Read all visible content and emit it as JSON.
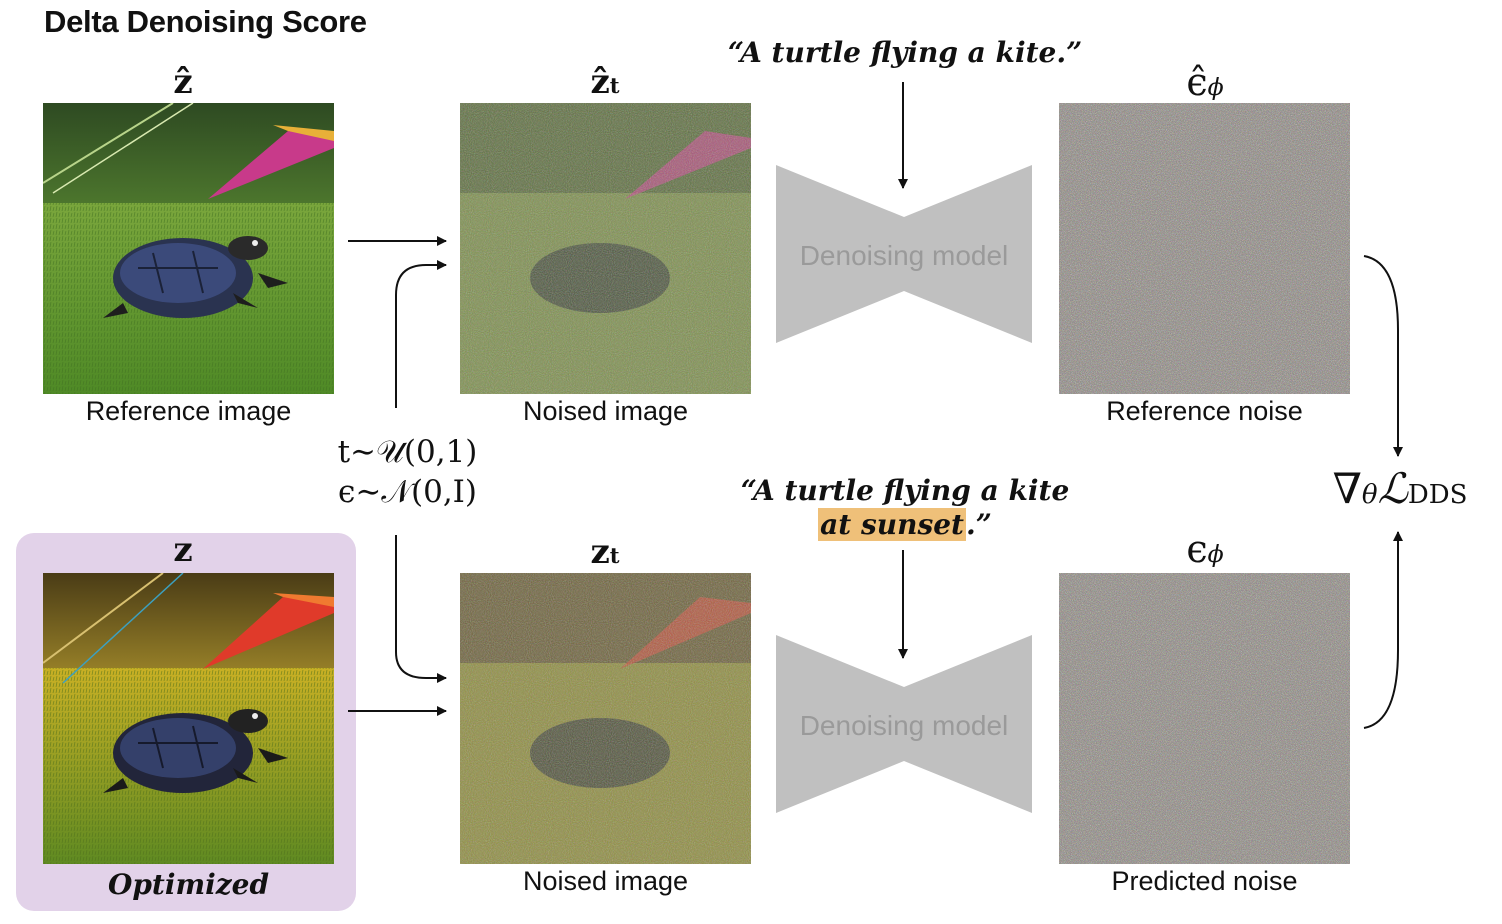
{
  "title": "Delta Denoising Score",
  "reference": {
    "symbol": "ẑ",
    "caption": "Reference image"
  },
  "optimized": {
    "symbol": "z",
    "caption": "Optimized"
  },
  "noised_top": {
    "symbol": "ẑ",
    "subscript": "t",
    "caption": "Noised image"
  },
  "noised_bottom": {
    "symbol": "z",
    "subscript": "t",
    "caption": "Noised image"
  },
  "sampling": {
    "line1": "t∼𝒰(0,1)",
    "line2": "ϵ∼𝒩(0,I)"
  },
  "prompt_top": "“A turtle flying a kite.”",
  "prompt_bottom": {
    "line1": "“A turtle flying a kite",
    "highlight": "at sunset",
    "end": ".”"
  },
  "model": {
    "top_label": "Denoising model",
    "bottom_label": "Denoising model"
  },
  "noise_top": {
    "symbol": "ϵ̂",
    "subscript": "ϕ",
    "caption": "Reference noise"
  },
  "noise_bottom": {
    "symbol": "ϵ",
    "subscript": "ϕ",
    "caption": "Predicted noise"
  },
  "loss": {
    "nabla": "∇",
    "theta": "θ",
    "L": "ℒ",
    "sub": "DDS"
  },
  "colors": {
    "optimized_bg": "#e2d2e9",
    "highlight": "#efc079",
    "model_fill": "#c0c0c0"
  }
}
